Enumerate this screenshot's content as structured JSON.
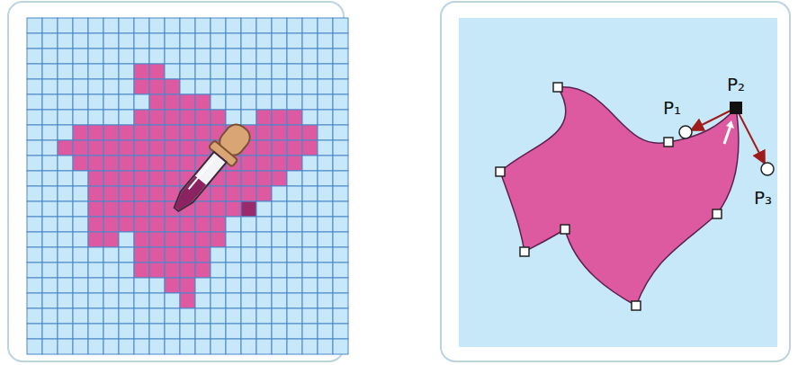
{
  "diagram": {
    "labels": [
      "P₁",
      "P₂",
      "P₃"
    ]
  }
}
